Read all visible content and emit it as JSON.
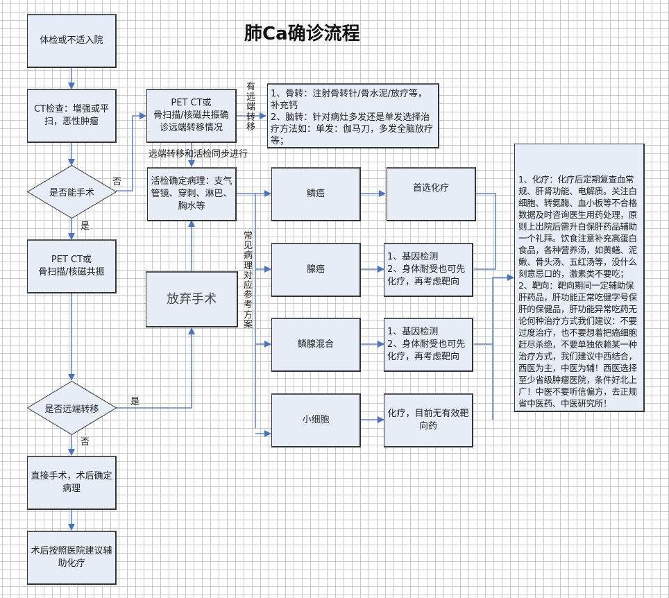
{
  "title": "肺Ca确诊流程",
  "colors": {
    "node_fill": "#e6edf7",
    "node_border": "#333333",
    "connector": "#4a74c0",
    "grid": "#c8c8c8"
  },
  "nodes": {
    "start": "体检或不适入院",
    "ct_exam": "CT检查：增强或平\n扫，恶性肿瘤",
    "pet_ct_distant": "PET  CT或\n骨扫描/核磁共振确\n诊远端转移情况",
    "metastasis_treatment": "1、骨转：注射骨转针/骨水泥/放疗等，补充钙\n2、脑转：针对病灶多发还是单发选择治疗方法如：单发：伽马刀，多发全脑放疗等；",
    "can_operate": "是否能手术",
    "biopsy": "活检确定病理：支气\n管镜、穿刺、淋巴、\n胸水等",
    "pet_ct_yes": "PET  CT或\n骨扫描/核磁共振",
    "abandon_surgery": "放弃手术",
    "is_distant_metastasis": "是否远端转移",
    "direct_surgery": "直接手术，术后确定\n病理",
    "post_op_chemo": "术后按照医院建议辅\n助化疗",
    "squamous": "鳞癌",
    "adeno": "腺癌",
    "adenosquamous": "鳞腺混合",
    "small_cell": "小细胞",
    "squamous_tx": "首选化疗",
    "adeno_tx": "1、基因检测\n2、身体耐受也可先\n化疗，再考虑靶向",
    "adenosquamous_tx": "1、基因检测\n2、身体耐受也可先\n化疗，再考虑靶向",
    "small_cell_tx": "化疗，目前无有效靶\n向药",
    "advice": "1、化疗：化疗后定期复查血常规、肝肾功能、电解质。关注白细胞、转氨酶、血小板等不合格数据及时咨询医生用药处理，原则上出院后需升白保肝药品辅助一个礼拜。饮食注意补充高蛋白食品，各种营养汤，如黄鳝、泥鳅、骨头汤、五红汤等，没什么刻意忌口的，激素类不要吃；2、靶向：靶向期间一定辅助保肝药品，肝功能正常吃健字号保肝的保健品，肝功能异常吃药无论何种治疗方式我们建议：不要过度治疗，也不要想着把癌细胞赶尽杀绝，不要单独依赖某一种治疗方式，我们建议中西结合，西医为主，中医为辅！西医选择至少省级肿瘤医院，条件好北上广！中医不要听信偏方，去正规省中医药、中医研究所！"
  },
  "edge_labels": {
    "has_metastasis": "有远端转移",
    "sync": "远端转移和活检同步进行",
    "no_1": "否",
    "yes_1": "是",
    "yes_2": "是",
    "no_2": "否",
    "common_pathology": "常见病理对应参考方案"
  }
}
